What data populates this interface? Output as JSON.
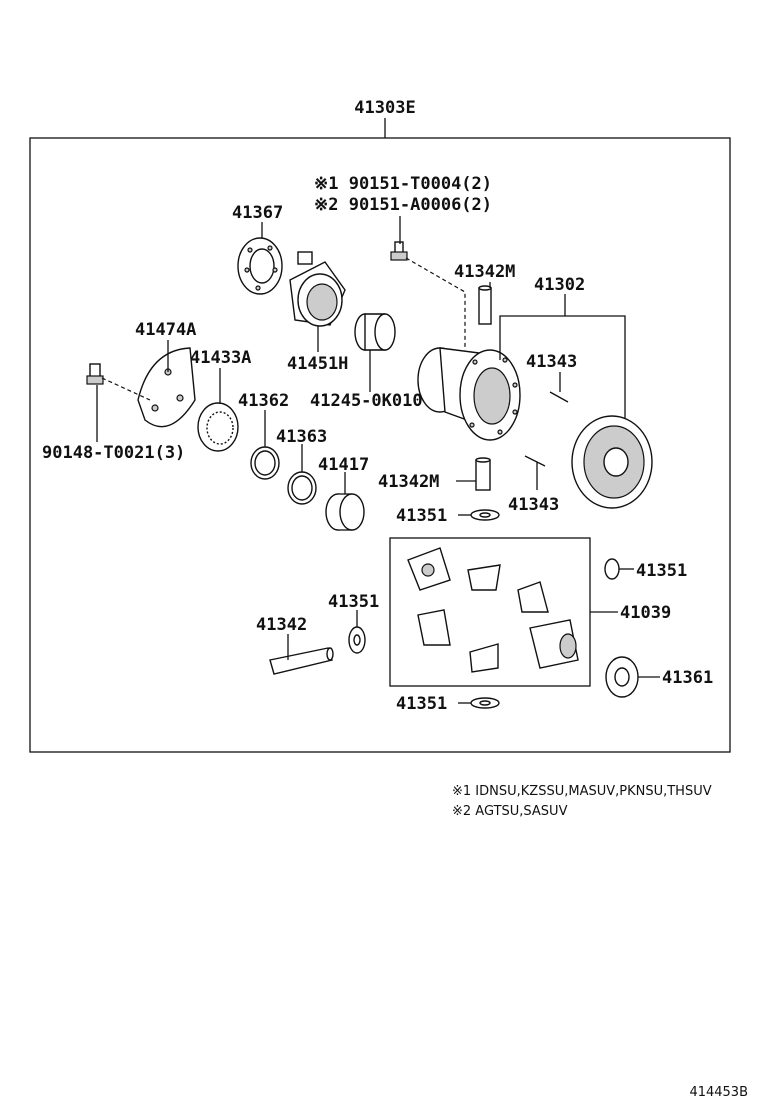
{
  "assembly_label": "41303E",
  "labels": [
    {
      "key": "p41367",
      "text": "41367"
    },
    {
      "key": "n1",
      "text": "※1 90151-T0004(2)"
    },
    {
      "key": "n2",
      "text": "※2 90151-A0006(2)"
    },
    {
      "key": "p41342M_top",
      "text": "41342M"
    },
    {
      "key": "p41302",
      "text": "41302"
    },
    {
      "key": "p41474A",
      "text": "41474A"
    },
    {
      "key": "p41433A",
      "text": "41433A"
    },
    {
      "key": "p41451H",
      "text": "41451H"
    },
    {
      "key": "p41245",
      "text": "41245-0K010"
    },
    {
      "key": "p41343_top",
      "text": "41343"
    },
    {
      "key": "p41362",
      "text": "41362"
    },
    {
      "key": "p41363",
      "text": "41363"
    },
    {
      "key": "p41417",
      "text": "41417"
    },
    {
      "key": "p90148",
      "text": "90148-T0021(3)"
    },
    {
      "key": "p41342M_mid",
      "text": "41342M"
    },
    {
      "key": "p41343_mid",
      "text": "41343"
    },
    {
      "key": "p41351_a",
      "text": "41351"
    },
    {
      "key": "p41351_b",
      "text": "41351"
    },
    {
      "key": "p41039",
      "text": "41039"
    },
    {
      "key": "p41351_c",
      "text": "41351"
    },
    {
      "key": "p41342",
      "text": "41342"
    },
    {
      "key": "p41361",
      "text": "41361"
    },
    {
      "key": "p41351_d",
      "text": "41351"
    }
  ],
  "footnotes": [
    "※1 IDNSU,KZSSU,MASUV,PKNSU,THSUV",
    "※2 AGTSU,SASUV"
  ],
  "diagram_code": "414453B"
}
